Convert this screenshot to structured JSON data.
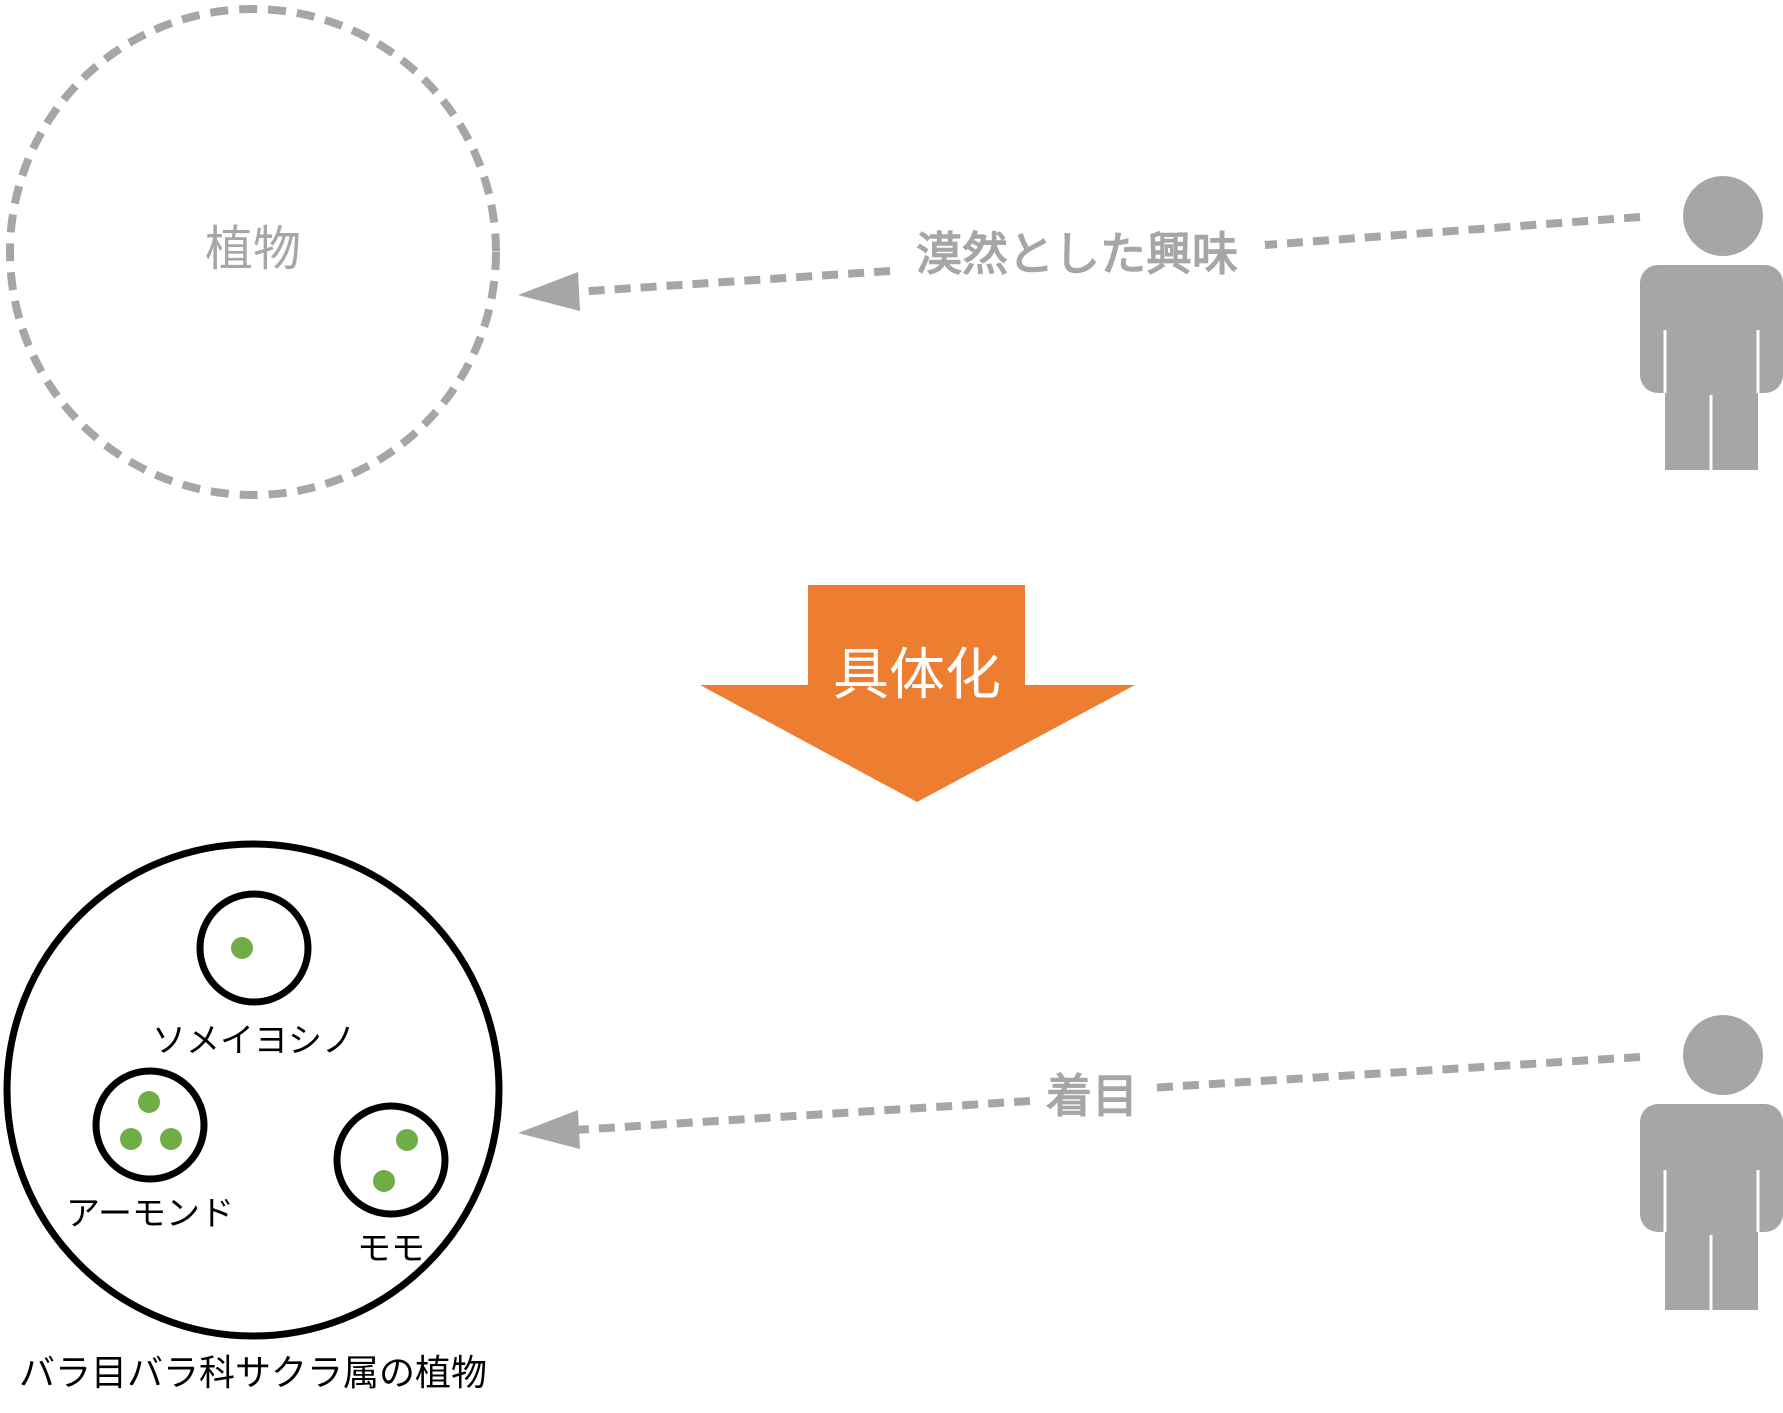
{
  "top": {
    "circle_label": "植物",
    "arrow_label": "漠然とした興味"
  },
  "transition": {
    "label": "具体化"
  },
  "bottom": {
    "arrow_label": "着目",
    "outer_label": "バラ目バラ科サクラ属の植物",
    "items": [
      {
        "label": "ソメイヨシノ",
        "seeds": 1
      },
      {
        "label": "アーモンド",
        "seeds": 3
      },
      {
        "label": "モモ",
        "seeds": 2
      }
    ]
  },
  "colors": {
    "gray": "#a6a6a6",
    "orange": "#ed7d31",
    "seed_green": "#70ad47",
    "outline": "#000000"
  }
}
